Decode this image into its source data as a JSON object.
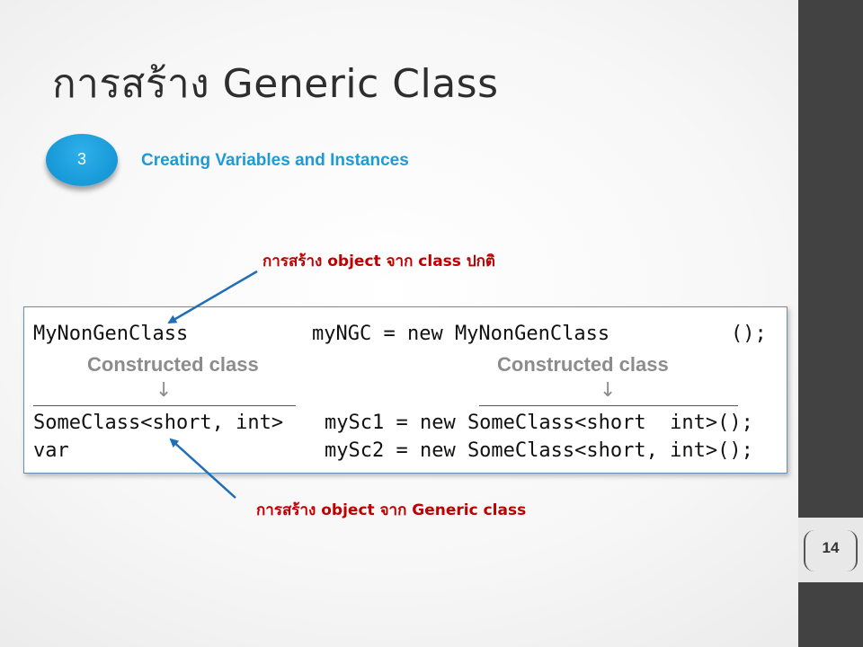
{
  "slide": {
    "title": "การสร้าง Generic Class",
    "page_number": "14"
  },
  "step": {
    "number": "3",
    "label": "Creating Variables and Instances"
  },
  "annotations": {
    "top": "การสร้าง object จาก class ปกติ",
    "bottom": "การสร้าง object จาก Generic class"
  },
  "code": {
    "line1_type": "MyNonGenClass",
    "line1_rest": "myNGC = new MyNonGenClass",
    "line1_end": "();",
    "constructed_left": "Constructed class",
    "constructed_right": "Constructed class",
    "line2_type": "SomeClass<short, int>",
    "line2_rest": "mySc1 = new SomeClass<short  int>();",
    "line3_type": "var",
    "line3_rest": "mySc2 = new SomeClass<short, int>();"
  },
  "colors": {
    "accent": "#1e9ad6",
    "annotation": "#c00000",
    "sidebar": "#424242",
    "arrow": "#1f6fb8"
  }
}
